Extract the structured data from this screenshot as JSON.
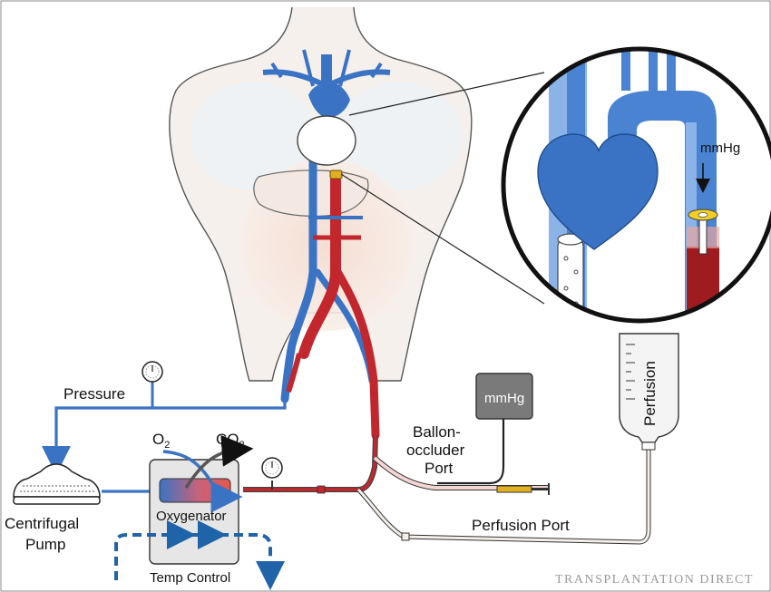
{
  "labels": {
    "pressure": "Pressure",
    "o2": "O",
    "o2_sub": "2",
    "co2": "CO",
    "co2_sub": "2",
    "oxygenator": "Oxygenator",
    "centrifugal_line1": "Centrifugal",
    "centrifugal_line2": "Pump",
    "temp_control": "Temp Control",
    "mmhg_monitor": "mmHg",
    "balloon_line1": "Ballon-",
    "balloon_line2": "occluder",
    "balloon_line3": "Port",
    "perfusion_port": "Perfusion Port",
    "perfusion_bag": "Perfusion",
    "inset_mmhg": "mmHg"
  },
  "credit": "TRANSPLANTATION DIRECT",
  "colors": {
    "artery_red": "#c1272d",
    "vein_blue": "#3b73c4",
    "light_blue": "#6f9fe0",
    "dark_red": "#9e1b1f",
    "skin": "#f6ece6",
    "line_dark": "#222222",
    "temp_blue": "#1f63a8"
  }
}
